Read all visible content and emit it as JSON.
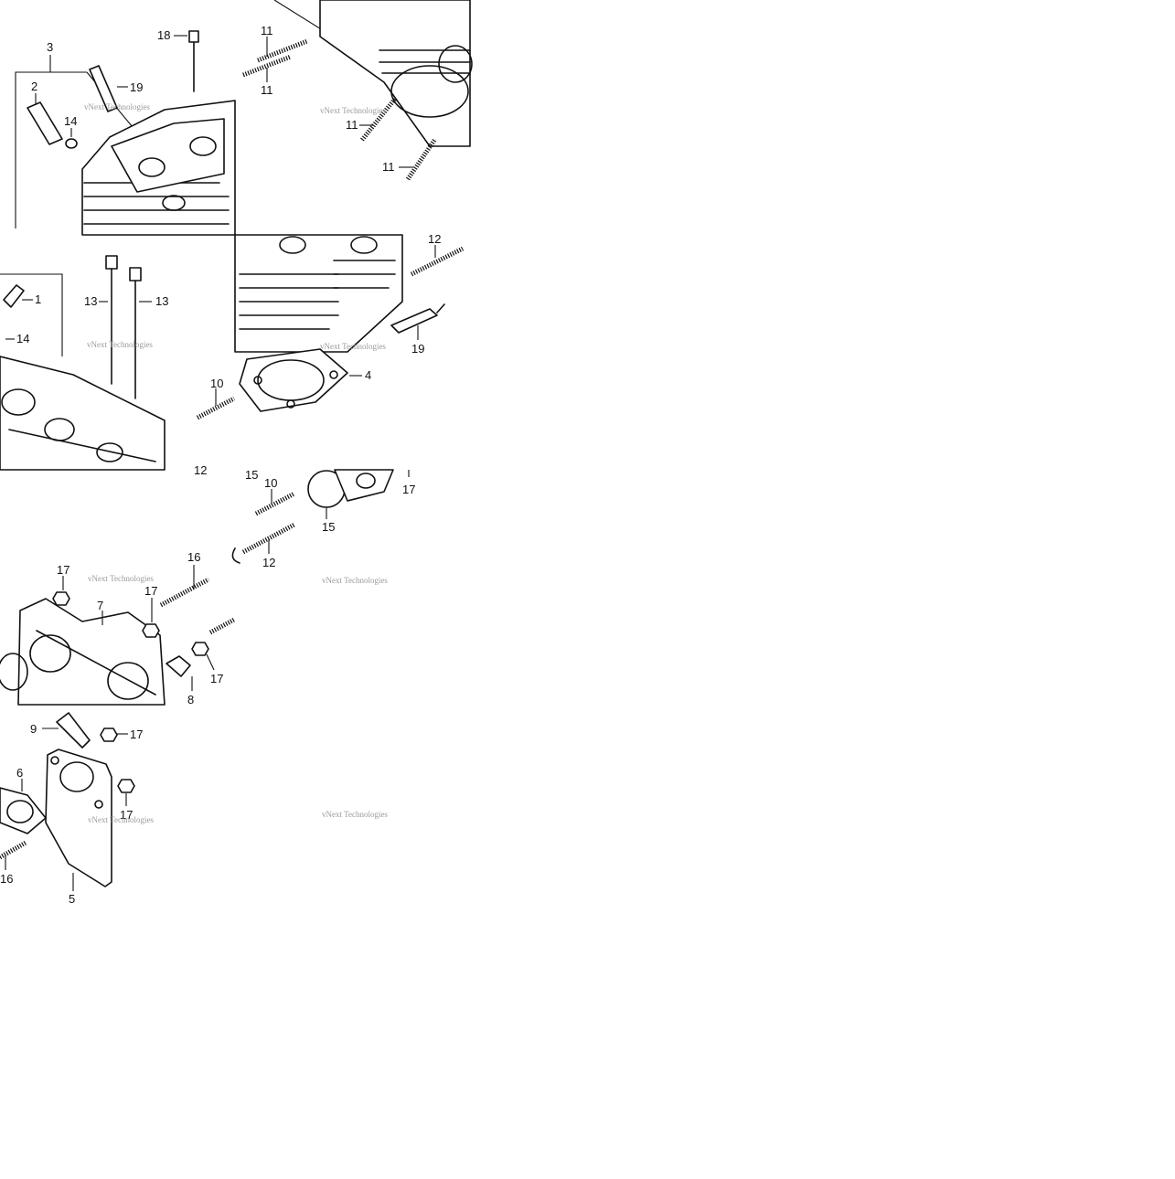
{
  "watermark": "vNext Technologies",
  "callouts": {
    "t1": [
      "3",
      "18",
      "2",
      "19",
      "14"
    ],
    "t2": [
      "11",
      "11",
      "11",
      "11"
    ],
    "t3": [
      "1",
      "13",
      "13",
      "14",
      "10",
      "12"
    ],
    "t4": [
      "12",
      "19",
      "4"
    ],
    "t5": [
      "16",
      "17",
      "17",
      "7",
      "17",
      "8"
    ],
    "t6": [
      "15",
      "10",
      "17",
      "15",
      "12"
    ],
    "t7": [
      "9",
      "17",
      "6",
      "17",
      "16",
      "5"
    ]
  }
}
